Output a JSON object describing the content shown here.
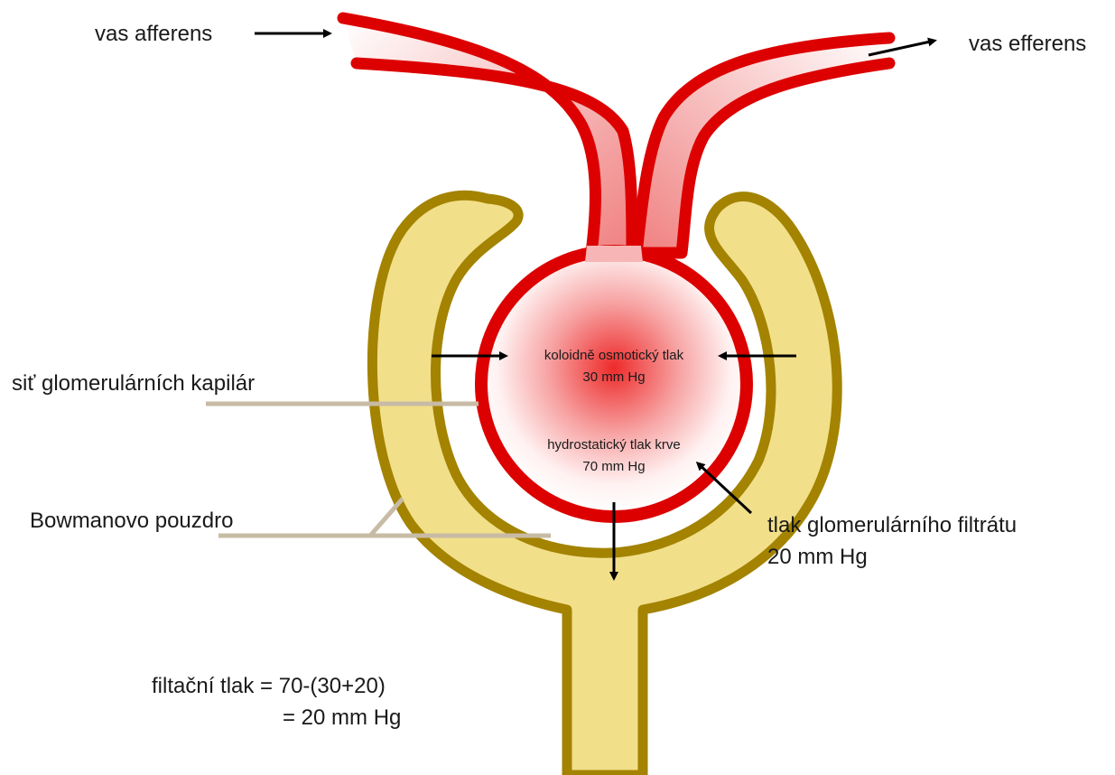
{
  "labels": {
    "vas_afferens": "vas afferens",
    "vas_efferens": "vas efferens",
    "glomerular_capillaries": "siť glomerulárních kapilár",
    "bowman_capsule": "Bowmanovo pouzdro",
    "colloid_pressure_name": "koloidně osmotický tlak",
    "colloid_pressure_value": "30 mm Hg",
    "hydrostatic_pressure_name": "hydrostatický tlak krve",
    "hydrostatic_pressure_value": "70 mm Hg",
    "filtrate_pressure_name": "tlak glomerulárního filtrátu",
    "filtrate_pressure_value": "20 mm Hg",
    "formula_line1": "filtační tlak = 70-(30+20)",
    "formula_line2": "= 20 mm Hg"
  },
  "colors": {
    "vessel_wall": "#dd0000",
    "vessel_inner": "#f6c3c3",
    "glomerulus_center": "#ee2a2a",
    "capsule_fill": "#f2df8a",
    "capsule_outline": "#a38300",
    "pointer_line": "#c8bba5",
    "arrow": "#000000"
  }
}
